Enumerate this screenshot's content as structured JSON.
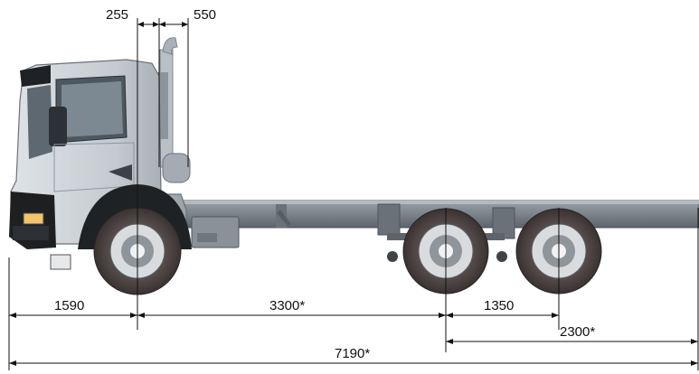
{
  "dimensions": {
    "top_left": "255",
    "top_right": "550",
    "front_overhang": "1590",
    "wheelbase": "3300*",
    "bogie": "1350",
    "rear_overhang": "2300*",
    "overall_length": "7190*"
  },
  "colors": {
    "cab_body": "#c9ced3",
    "cab_shadow": "#8f979f",
    "chassis": "#7d858d",
    "chassis_dark": "#4e555c",
    "tyre": "#4a4040",
    "rim": "#e7e9eb",
    "bumper": "#1d1f21",
    "line": "#111111"
  }
}
